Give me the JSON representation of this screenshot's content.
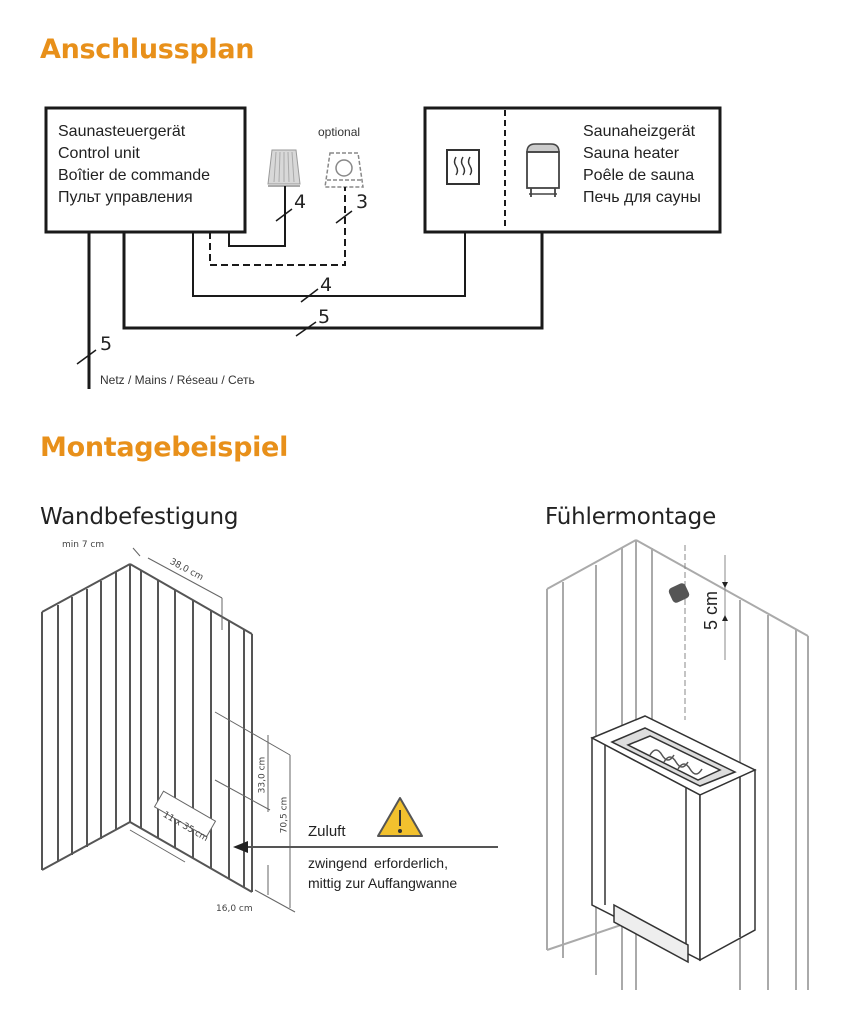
{
  "sections": {
    "connection_plan": {
      "title": "Anschlussplan",
      "control_unit": {
        "labels": [
          "Saunasteuergerät",
          "Control unit",
          "Boîtier de commande",
          "Пульт управления"
        ]
      },
      "sensor": {
        "icon": "temperature-sensor-icon",
        "wire_count": "4"
      },
      "optional_sensor": {
        "label": "optional",
        "icon": "humidity-sensor-icon",
        "wire_count": "3"
      },
      "heater": {
        "labels": [
          "Saunaheizgerät",
          "Sauna heater",
          "Poêle de sauna",
          "Печь для сауны"
        ],
        "icons": [
          "heating-element-icon",
          "sauna-stove-icon"
        ]
      },
      "wires": {
        "control_to_heater_signal": "4",
        "control_to_heater_power": "5",
        "mains_wire_count": "5"
      },
      "mains_label": "Netz / Mains / Réseau / Сеть"
    },
    "mounting_example": {
      "title": "Montagebeispiel",
      "wall_mounting": {
        "title": "Wandbefestigung",
        "dimensions": {
          "min_clearance": "min 7 cm",
          "width": "38,0 cm",
          "vent": "11 x 35 cm",
          "height_between": "33,0 cm",
          "total_height": "70,5 cm",
          "floor_clearance": "16,0 cm"
        },
        "air_intake": {
          "label": "Zuluft",
          "note_line1": "zwingend erforderlich,",
          "note_line2": "mittig zur Auffangwanne",
          "warning_icon": "warning-icon",
          "warning_color": "#f2c12e"
        }
      },
      "sensor_mounting": {
        "title": "Fühlermontage",
        "distance": "5 cm"
      }
    }
  },
  "colors": {
    "heading": "#e8901a",
    "line": "#1a1a1a"
  }
}
